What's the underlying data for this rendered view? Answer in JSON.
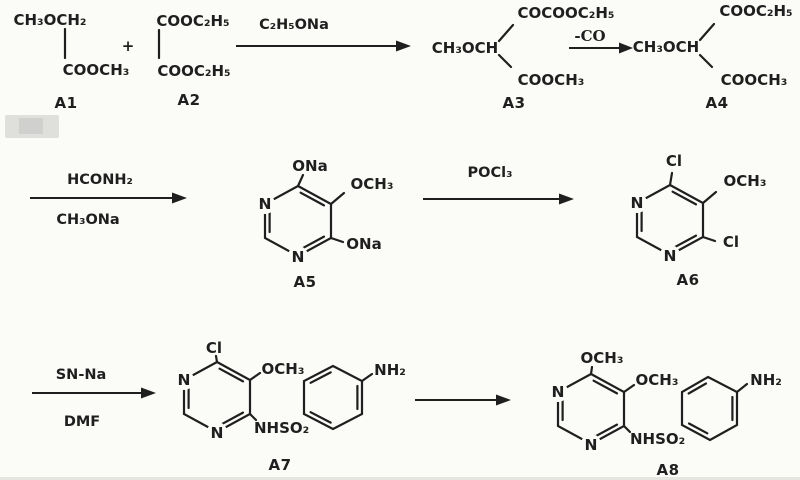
{
  "colors": {
    "ink": "#1f1f1f",
    "background": "#fbfbf8"
  },
  "operators": {
    "plus": "+"
  },
  "compounds": {
    "a1": {
      "top": "CH₃OCH₂",
      "bottom": "COOCH₃",
      "label": "A1"
    },
    "a2": {
      "top": "COOC₂H₅",
      "bottom": "COOC₂H₅",
      "label": "A2"
    },
    "a3": {
      "chain": "CH₃OCH",
      "upper": "COCOOC₂H₅",
      "lower": "COOCH₃",
      "label": "A3"
    },
    "a4": {
      "chain": "CH₃OCH",
      "upper": "COOC₂H₅",
      "lower": "COOCH₃",
      "label": "A4"
    },
    "a5": {
      "top": "ONa",
      "right": "OCH₃",
      "bottomRight": "ONa",
      "nLeft": "N",
      "nBottom": "N",
      "label": "A5"
    },
    "a6": {
      "top": "Cl",
      "right": "OCH₃",
      "bottomRight": "Cl",
      "nLeft": "N",
      "nBottom": "N",
      "label": "A6"
    },
    "a7": {
      "top": "Cl",
      "right": "OCH₃",
      "link": "NHSO₂",
      "amine": "NH₂",
      "nLeft": "N",
      "nBottom": "N",
      "label": "A7"
    },
    "a8": {
      "top": "OCH₃",
      "right": "OCH₃",
      "link": "NHSO₂",
      "amine": "NH₂",
      "nLeft": "N",
      "nBottom": "N",
      "label": "A8"
    }
  },
  "steps": {
    "step1": {
      "above": "C₂H₅ONa"
    },
    "step2": {
      "above": "-CO"
    },
    "step3": {
      "above": "HCONH₂",
      "below": "CH₃ONa"
    },
    "step4": {
      "above": "POCl₃"
    },
    "step5": {
      "above": "SN-Na",
      "below": "DMF"
    }
  }
}
